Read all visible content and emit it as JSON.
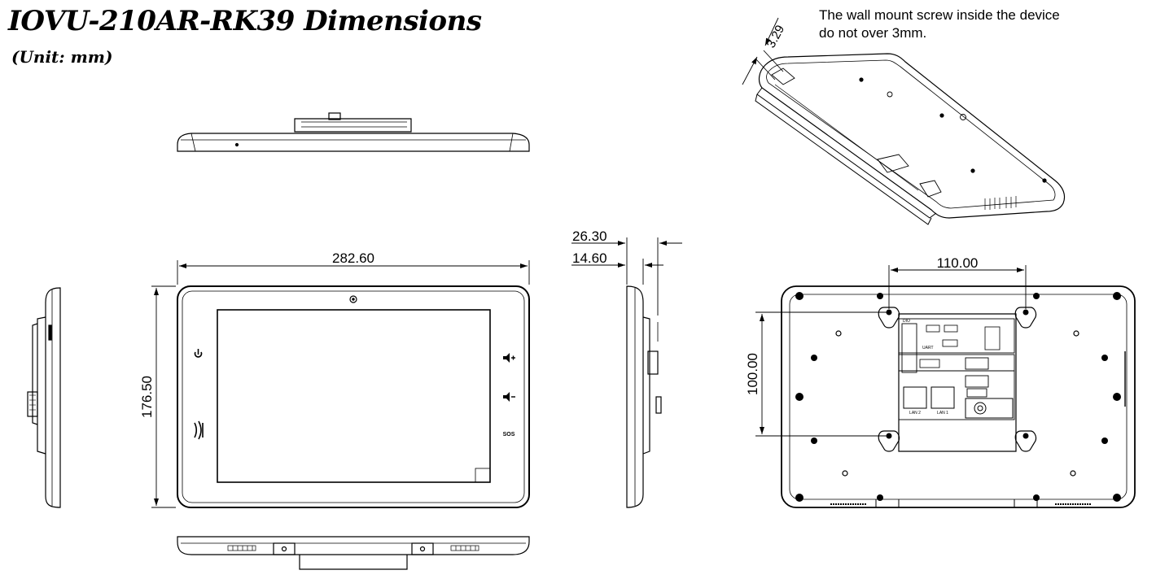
{
  "title": "IOVU-210AR-RK39 Dimensions",
  "unit": "(Unit: mm)",
  "note_line1": "The wall mount screw inside the device",
  "note_line2": "do not over 3mm.",
  "dims": {
    "width": "282.60",
    "height": "176.50",
    "depth_total": "26.30",
    "depth_body": "14.60",
    "screw_depth": "3.29",
    "vesa_h": "110.00",
    "vesa_v": "100.00"
  },
  "button_sos": "SOS",
  "rear_labels": {
    "lan2": "LAN 2",
    "lan1": "LAN 1",
    "dio": "DIO",
    "uart": "UART"
  }
}
